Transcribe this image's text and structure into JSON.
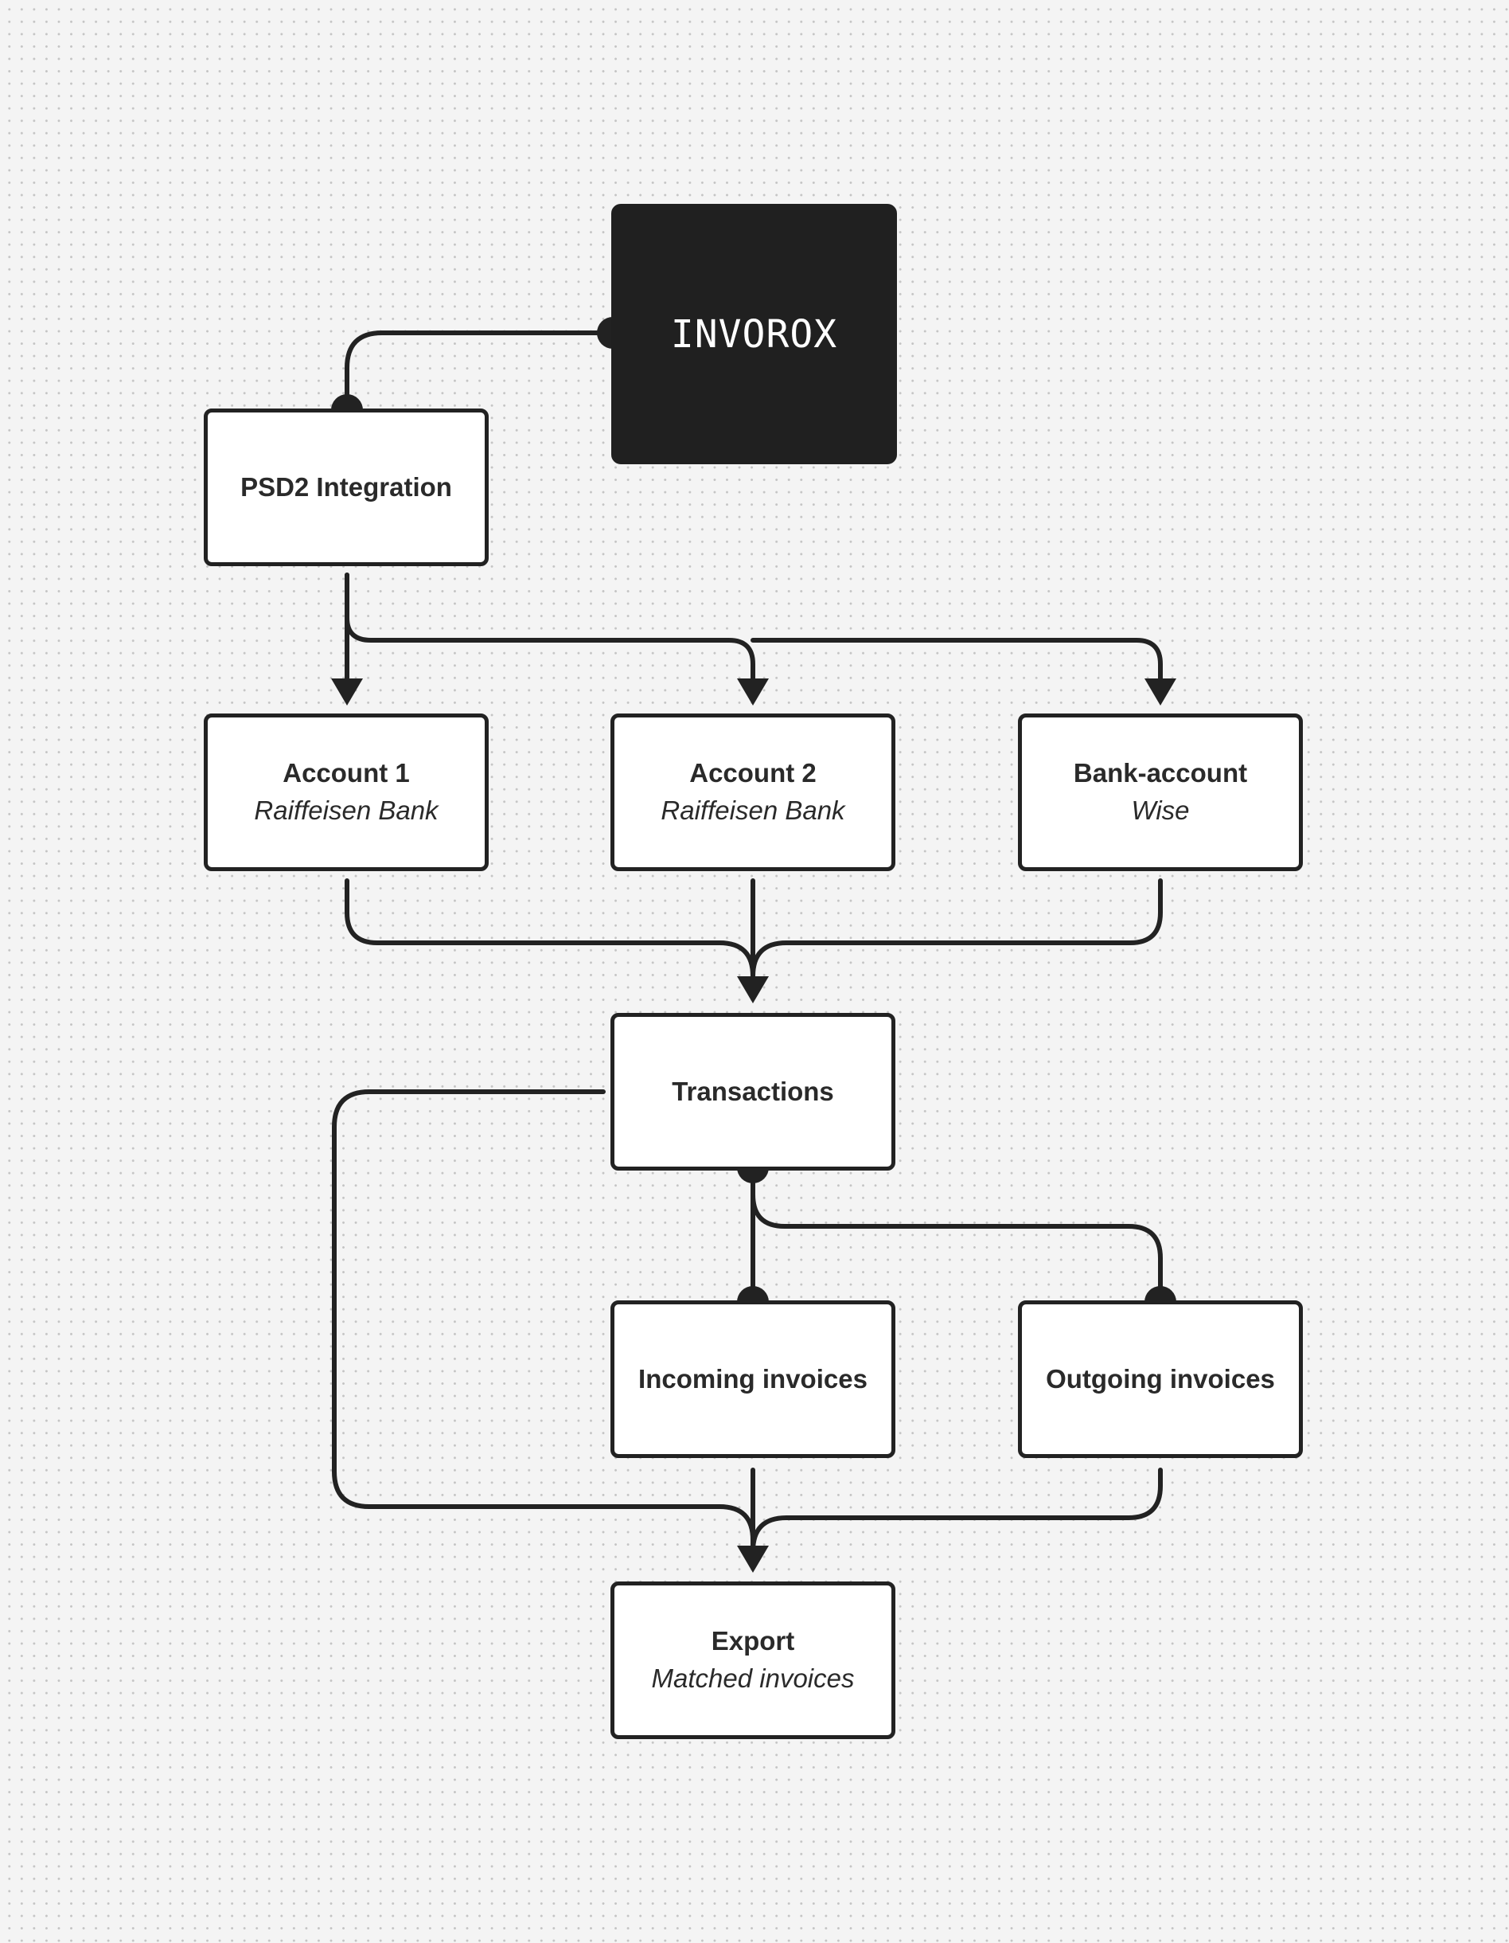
{
  "colors": {
    "background": "#f4f4f4",
    "grid_dot": "#c4c4c4",
    "stroke": "#222222",
    "node_fill": "#ffffff",
    "brand_fill": "#202020",
    "brand_text": "#ffffff",
    "text": "#2a2a2a"
  },
  "brand": {
    "title": "INVOROX"
  },
  "nodes": {
    "psd2": {
      "title": "PSD2 Integration"
    },
    "account1": {
      "title": "Account 1",
      "subtitle": "Raiffeisen Bank"
    },
    "account2": {
      "title": "Account 2",
      "subtitle": "Raiffeisen Bank"
    },
    "wise": {
      "title": "Bank-account",
      "subtitle": "Wise"
    },
    "transactions": {
      "title": "Transactions"
    },
    "incoming": {
      "title": "Incoming invoices"
    },
    "outgoing": {
      "title": "Outgoing invoices"
    },
    "export": {
      "title": "Export",
      "subtitle": "Matched invoices"
    }
  }
}
